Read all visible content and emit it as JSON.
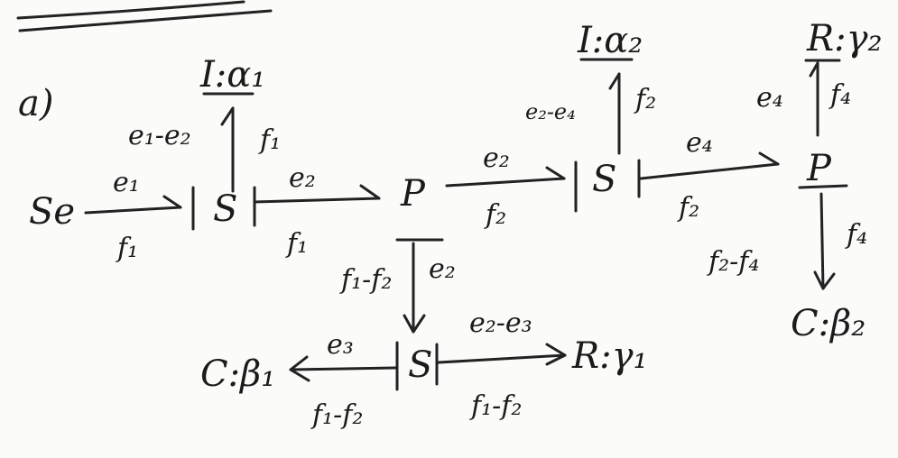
{
  "diagram": {
    "part_label": "a)",
    "nodes": {
      "se": "Se",
      "s1": "S",
      "p1": "P",
      "s2": "S",
      "p2": "P",
      "s3": "S",
      "i1": "I:α₁",
      "i2": "I:α₂",
      "c1": "C:β₁",
      "r1": "R:γ₁",
      "r2": "R:γ₂",
      "c2": "C:β₂"
    },
    "bonds": {
      "se_s1": {
        "effort": "e₁",
        "flow": "f₁"
      },
      "s1_i1": {
        "effort": "e₁-e₂",
        "flow": "f₁"
      },
      "s1_p1": {
        "effort": "e₂",
        "flow": "f₁"
      },
      "p1_s2": {
        "effort": "e₂",
        "flow": "f₂"
      },
      "s2_i2": {
        "effort": "e₂-e₄",
        "flow": "f₂"
      },
      "s2_p2": {
        "effort": "e₄",
        "flow": "f₂"
      },
      "p2_r2": {
        "effort": "e₄",
        "flow": "f₄"
      },
      "p2_c2": {
        "effort": "f₂-f₄",
        "flow": "f₄"
      },
      "p1_s3": {
        "effort": "e₂",
        "flow": "f₁-f₂"
      },
      "s3_c1": {
        "effort": "e₃",
        "flow": "f₁-f₂"
      },
      "s3_r1": {
        "effort": "e₂-e₃",
        "flow": "f₁-f₂"
      }
    }
  }
}
